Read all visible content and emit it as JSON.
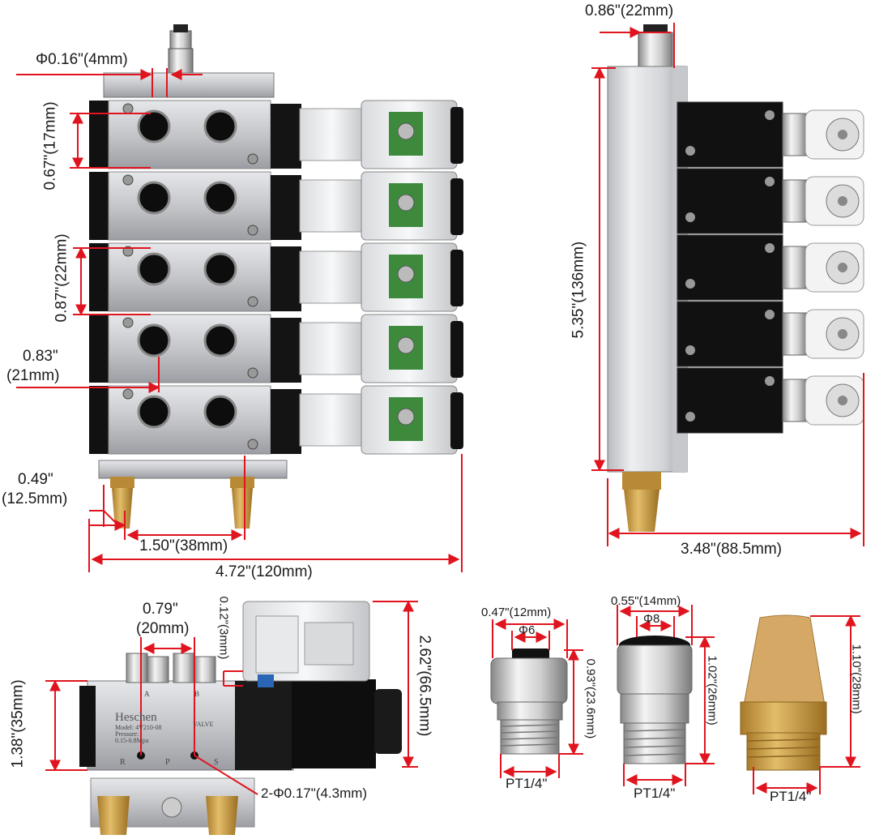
{
  "colors": {
    "dimension_line": "#e0141e",
    "label_text": "#1a1a1a",
    "aluminum": "#c8c9cc",
    "solenoid_body": "#111111",
    "brass": "#c9a046",
    "pcb_green": "#3d8a3d"
  },
  "front_view": {
    "port_diameter": "Φ0.16\"(4mm)",
    "port_spacing_vertical": "0.67\"(17mm)",
    "valve_pitch": "0.87\"(22mm)",
    "port_offset_inch": "0.83\"",
    "port_offset_mm": "(21mm)",
    "muffler_offset_inch": "0.49\"",
    "muffler_offset_mm": "(12.5mm)",
    "muffler_spacing": "1.50\"(38mm)",
    "total_length": "4.72\"(120mm)"
  },
  "side_view": {
    "fitting_offset": "0.86\"(22mm)",
    "manifold_height": "5.35\"(136mm)",
    "total_depth": "3.48\"(88.5mm)"
  },
  "single_valve": {
    "port_spacing_inch": "0.79\"",
    "port_spacing_mm": "(20mm)",
    "port_height": "0.12\"(3mm)",
    "body_height": "1.38\"(35mm)",
    "total_height": "2.62\"(66.5mm)",
    "mount_holes": "2-Φ0.17\"(4.3mm)",
    "brand": "Heschen",
    "valve_word": "VALVE",
    "model": "Model: 4V210-08",
    "pressure_label": "Pressure:",
    "pressure_range": "0.15-0.8Mpa",
    "port_r": "R",
    "port_p": "P",
    "port_s": "S",
    "port_a": "A",
    "port_b": "B"
  },
  "fitting_6mm": {
    "width": "0.47\"(12mm)",
    "tube": "Φ6",
    "height": "0.93\"(23.6mm)",
    "thread": "PT1/4\""
  },
  "fitting_8mm": {
    "width": "0.55\"(14mm)",
    "tube": "Φ8",
    "height": "1.02\"(26mm)",
    "thread": "PT1/4\""
  },
  "muffler": {
    "height": "1.10\"(28mm)",
    "thread": "PT1/4\""
  }
}
